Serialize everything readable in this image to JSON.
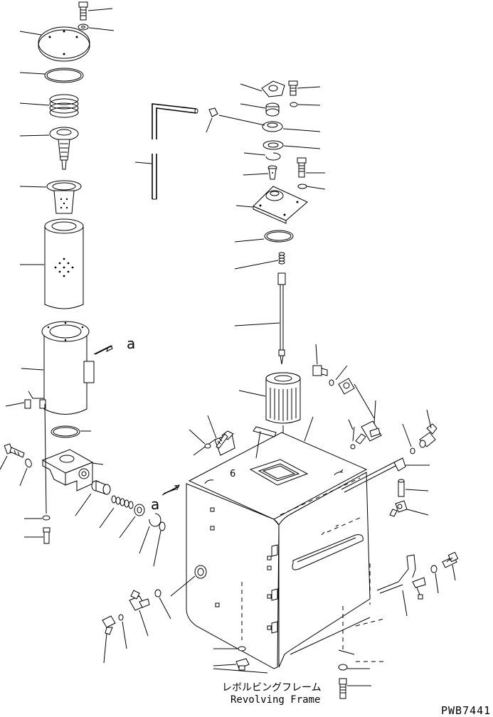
{
  "diagram": {
    "frame_label_jp": "レボルビングフレーム",
    "frame_label_en": "Revolving Frame",
    "drawing_code": "PWB7441",
    "view_refs": [
      "a",
      "a"
    ]
  }
}
